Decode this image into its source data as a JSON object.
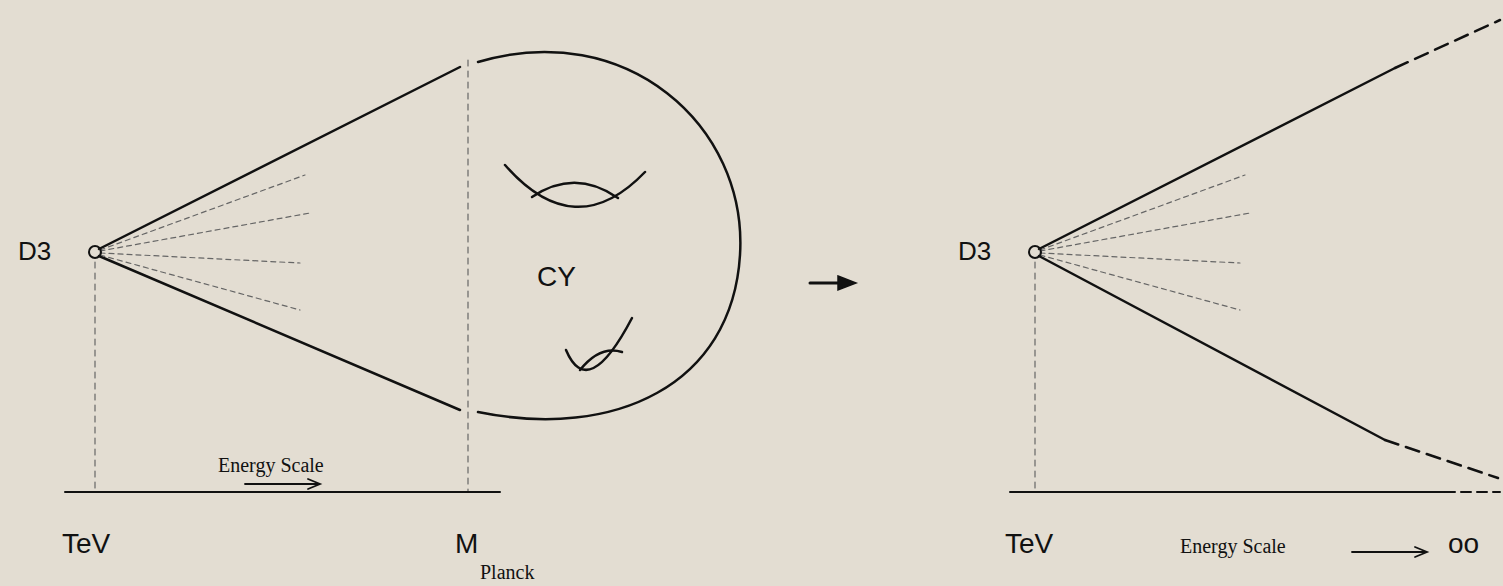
{
  "diagram": {
    "labels": [
      "D3",
      "CY",
      "Energy Scale",
      "TeV",
      "M",
      "Planck",
      "D3",
      "TeV",
      "Energy Scale",
      "oo"
    ]
  }
}
